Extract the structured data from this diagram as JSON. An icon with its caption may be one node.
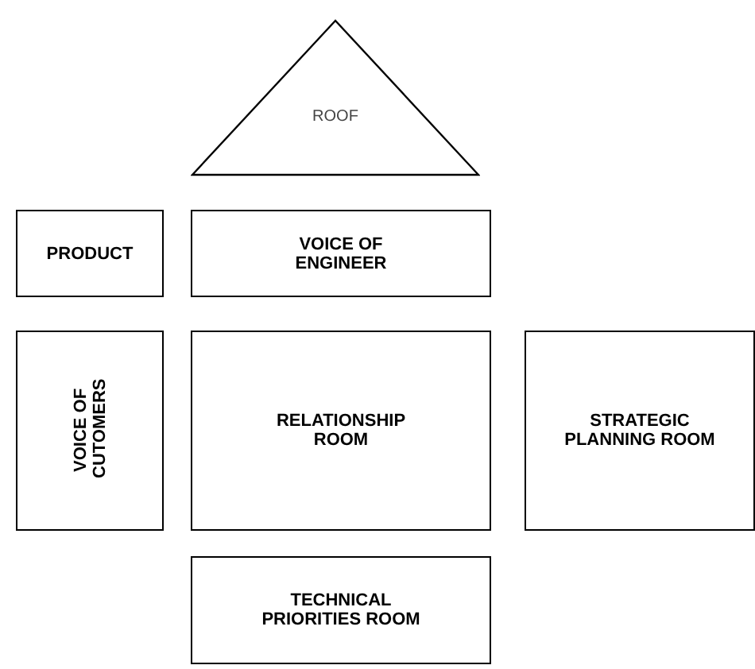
{
  "diagram": {
    "nodes": [
      {
        "text": [
          "ROOF"
        ]
      },
      {
        "text": [
          "PRODUCT"
        ]
      },
      {
        "text": [
          "VOICE OF ENGINEER"
        ]
      },
      {
        "text": [
          "VOICE OF CUTOMERS"
        ]
      },
      {
        "text": [
          "RELATIONSHIP ROOM"
        ]
      },
      {
        "text": [
          "STRATEGIC PLANNING ROOM"
        ]
      },
      {
        "text": [
          "TECHNICAL PRIORITIES ROOM"
        ]
      }
    ]
  }
}
